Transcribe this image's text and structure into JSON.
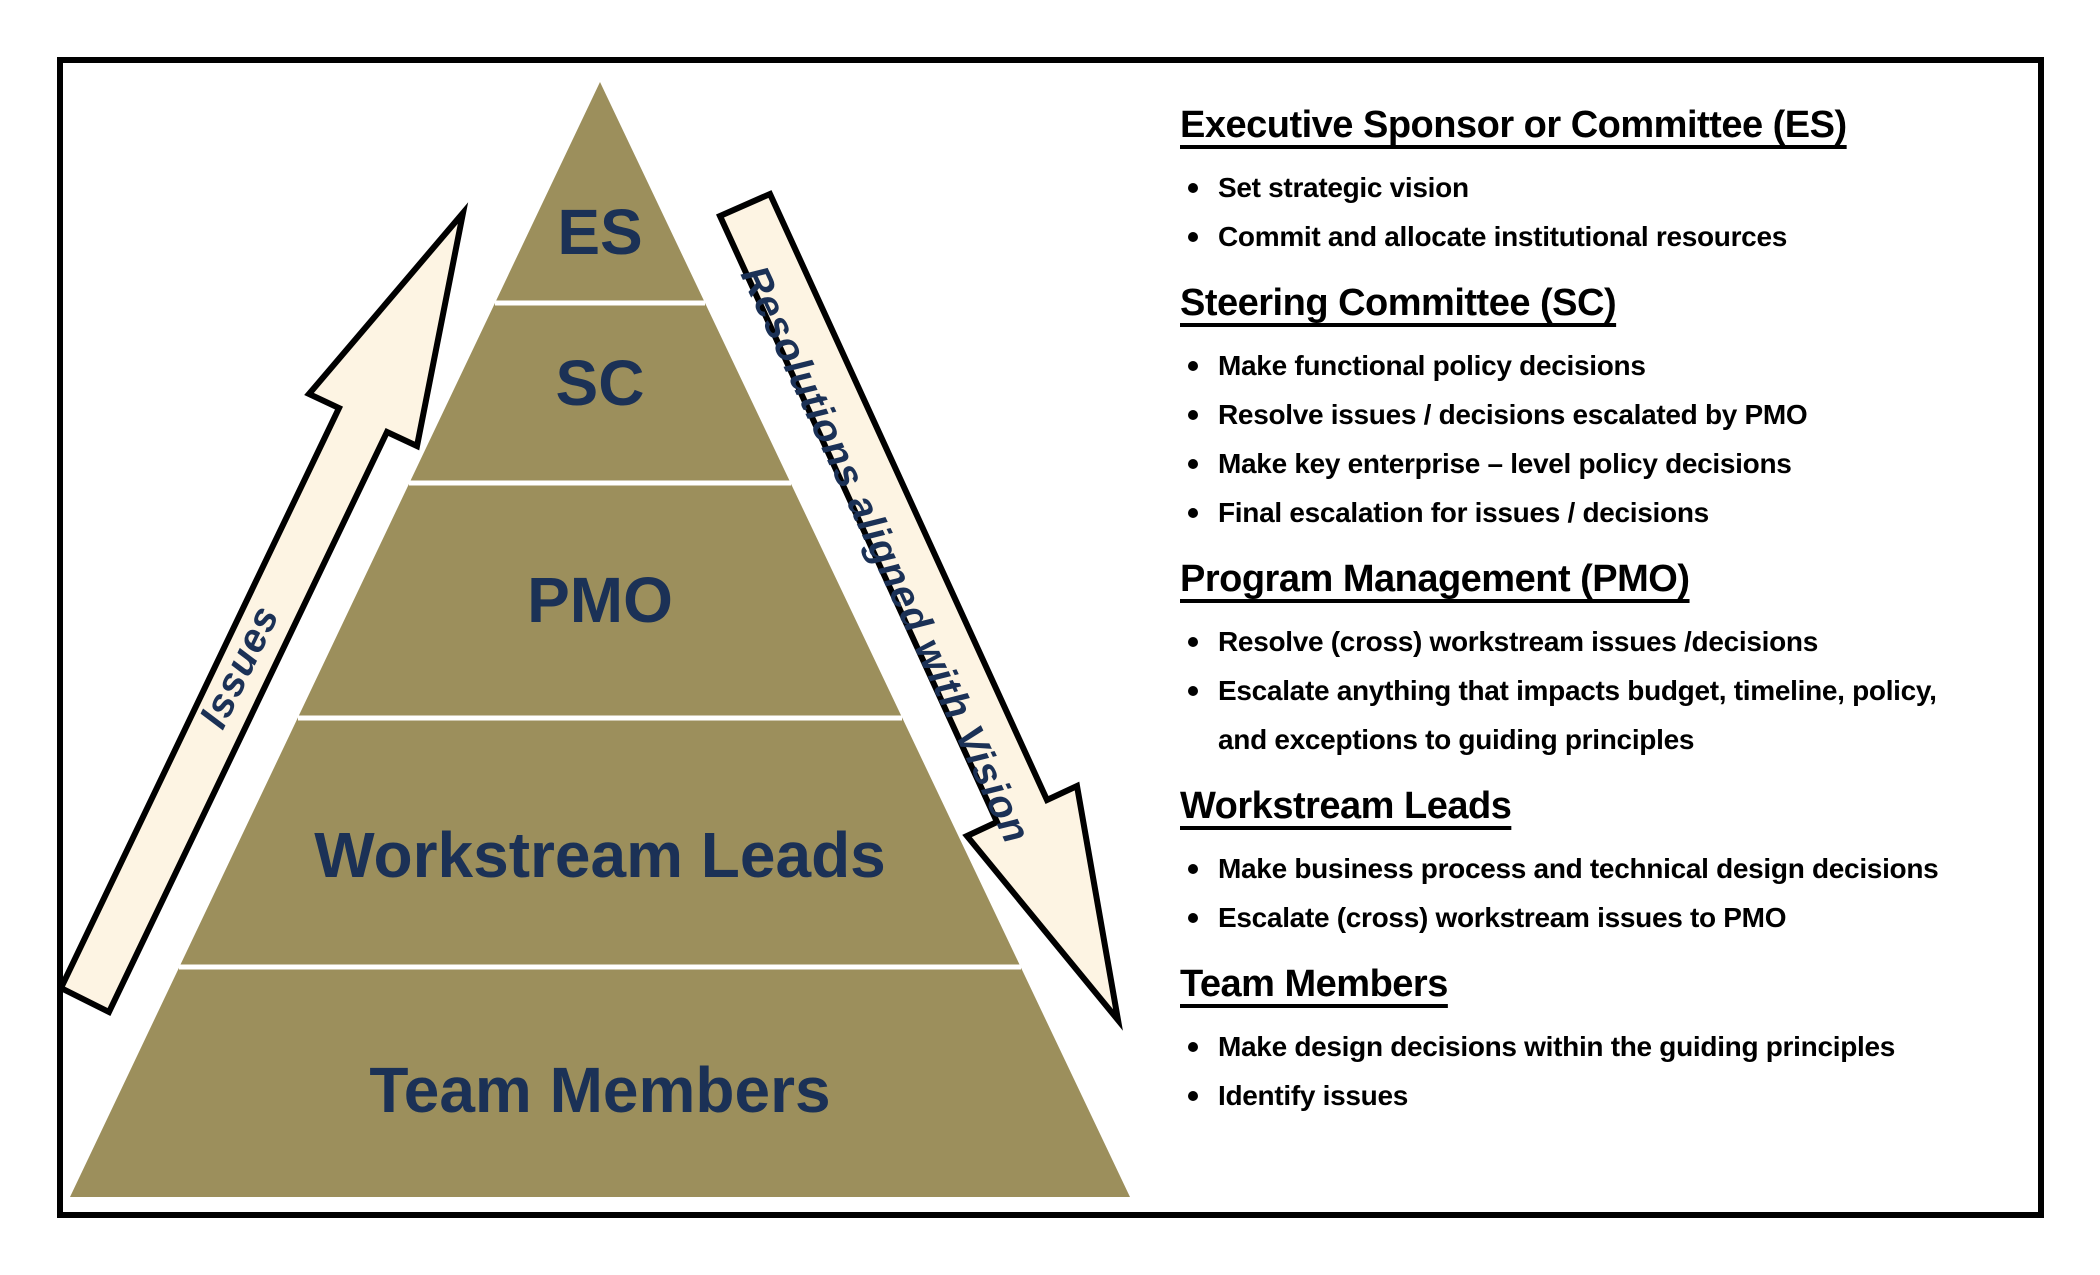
{
  "pyramid": {
    "fill": "#9C8F5C",
    "divider_color": "#FFFFFF",
    "label_color": "#1B3156",
    "levels": [
      {
        "id": "es",
        "label": "ES"
      },
      {
        "id": "sc",
        "label": "SC"
      },
      {
        "id": "pmo",
        "label": "PMO"
      },
      {
        "id": "workstream-leads",
        "label": "Workstream Leads"
      },
      {
        "id": "team-members",
        "label": "Team Members"
      }
    ]
  },
  "arrows": {
    "fill": "#FDF4E3",
    "outline": "#000000",
    "text_color": "#1B3156",
    "up_label": "Issues",
    "down_label": "Resolutions aligned with Vision"
  },
  "sections": [
    {
      "heading": "Executive Sponsor or Committee (ES)",
      "bullets": [
        "Set strategic vision",
        "Commit and allocate institutional resources"
      ]
    },
    {
      "heading": "Steering Committee (SC)",
      "bullets": [
        "Make functional policy decisions",
        "Resolve issues / decisions escalated by PMO",
        "Make key enterprise – level policy decisions",
        "Final escalation for issues / decisions"
      ]
    },
    {
      "heading": "Program Management (PMO)",
      "bullets": [
        "Resolve (cross) workstream issues /decisions",
        "Escalate anything that impacts budget, timeline, policy,\nand exceptions to guiding principles"
      ]
    },
    {
      "heading": "Workstream Leads",
      "bullets": [
        "Make business process and technical design decisions",
        "Escalate (cross) workstream issues to PMO"
      ]
    },
    {
      "heading": "Team Members",
      "bullets": [
        "Make design decisions within the guiding principles",
        "Identify issues"
      ]
    }
  ]
}
